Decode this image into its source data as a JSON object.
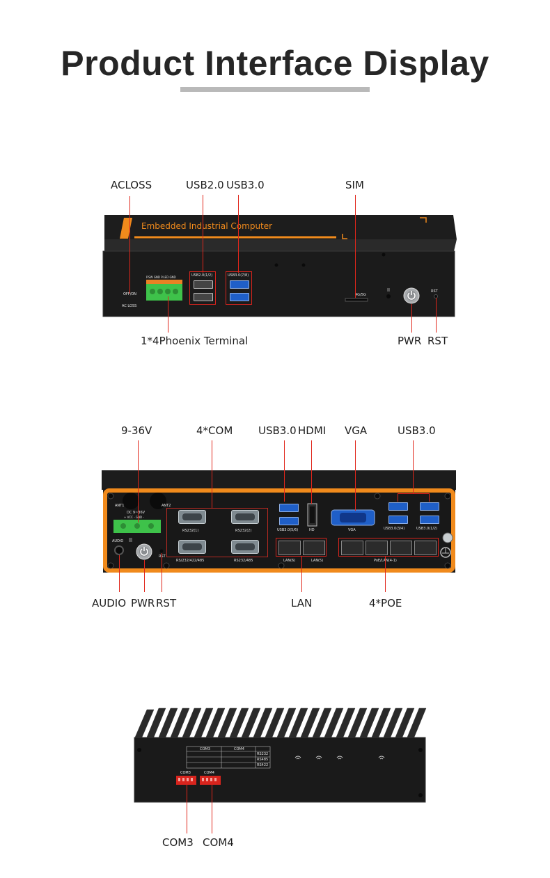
{
  "page": {
    "title": "Product Interface Display"
  },
  "panel1": {
    "labels": {
      "acloss": "ACLOSS",
      "usb20": "USB2.0",
      "usb30": "USB3.0",
      "sim": "SIM",
      "phoenix": "1*4Phoenix Terminal",
      "pwr": "PWR",
      "rst": "RST"
    },
    "printed": {
      "banner": "Embedded Industrial Computer",
      "off_on": "OFF/ON",
      "ac_loss": "AC LOSS",
      "terminal_header": "P.SW GND P.LED GND",
      "usb20_port": "USB2.0(1/2)",
      "usb30_port": "USB3.0(7/8)",
      "sim_slot": "4G/5G",
      "rst": "RST"
    }
  },
  "panel2": {
    "labels": {
      "dc": "9-36V",
      "com": "4*COM",
      "usb30_left": "USB3.0",
      "hdmi": "HDMI",
      "vga": "VGA",
      "usb30_right": "USB3.0",
      "audio": "AUDIO",
      "pwr": "PWR",
      "rst": "RST",
      "lan": "LAN",
      "poe": "4*POE"
    },
    "printed": {
      "ant1": "ANT1",
      "ant2": "ANT2",
      "dc_in": "DC 9~36V",
      "vcc_gnd": "+ VCC - GND -",
      "audio": "AUDIO",
      "rst": "RST",
      "rs232_1": "RS232(1)",
      "rs232_2": "RS232(2)",
      "rs_multi": "RS/232/422/485",
      "rs232_485": "RS232/485",
      "usb30_56": "USB3.0(5/6)",
      "hd": "HD",
      "vga": "VGA",
      "usb30_34": "USB3.0(3/4)",
      "usb30_12": "USB3.0(1/2)",
      "lan6": "LAN(6)",
      "lan5": "LAN(5)",
      "poe_lan": "PoE/LAN(4-1)"
    }
  },
  "panel3": {
    "labels": {
      "com3": "COM3",
      "com4": "COM4"
    },
    "printed": {
      "com3": "COM3",
      "com4": "COM4",
      "rs232": "RS232",
      "rs485": "RS485",
      "rs422": "RS422",
      "switch_com3": "COM3",
      "switch_com4": "COM4"
    }
  },
  "colors": {
    "accent_orange": "#f08a1c",
    "callout_red": "#e0261b",
    "chassis": "#1b1b1b",
    "terminal_green": "#3ec24a",
    "usb_blue": "#1f5fc8"
  }
}
